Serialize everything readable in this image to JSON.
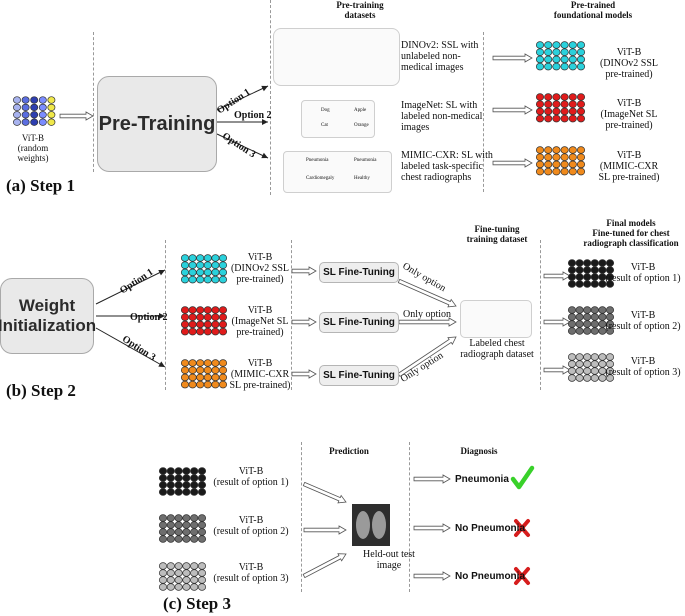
{
  "step1": {
    "step_label": "(a)   Step 1",
    "vit_input": "ViT-B",
    "vit_input_sub": "(random weights)",
    "pretraining_box": "Pre-Training",
    "options": [
      "Option 1",
      "Option 2",
      "Option 3"
    ],
    "datasets_header": "Pre-training\ndatasets",
    "models_header": "Pre-trained\nfoundational models",
    "datasets": [
      "DINOv2: SSL with\nunlabeled non-\nmedical images",
      "ImageNet: SL with\nlabeled non-medical\nimages",
      "MIMIC-CXR: SL with\nlabeled task-specific\nchest radiographs"
    ],
    "imagenet_thumb_labels": [
      "Dog",
      "Apple",
      "Cat",
      "Orange"
    ],
    "mimic_thumb_labels": [
      "Pneumonia",
      "Pneumonia",
      "Cardiomegaly",
      "Healthy"
    ],
    "models": [
      "ViT-B\n(DINOv2 SSL\npre-trained)",
      "ViT-B\n(ImageNet SL\npre-trained)",
      "ViT-B\n(MIMIC-CXR\nSL pre-trained)"
    ]
  },
  "step2": {
    "step_label": "(b)   Step 2",
    "init_box": "Weight\nInitialization",
    "options": [
      "Option 1",
      "Option 2",
      "Option 3"
    ],
    "models": [
      "ViT-B\n(DINOv2 SSL\npre-trained)",
      "ViT-B\n(ImageNet SL\npre-trained)",
      "ViT-B\n(MIMIC-CXR\nSL pre-trained)"
    ],
    "finetune_label": "SL Fine-Tuning",
    "only_option": "Only option",
    "finetune_header": "Fine-tuning\ntraining dataset",
    "dataset_label": "Labeled chest\nradiograph dataset",
    "final_header": "Final models\nFine-tuned for chest\nradiograph classification",
    "final_models": [
      "ViT-B\n(result of option 1)",
      "ViT-B\n(result of option 2)",
      "ViT-B\n(result of option 3)"
    ]
  },
  "step3": {
    "step_label": "(c)   Step 3",
    "models": [
      "ViT-B\n(result of option 1)",
      "ViT-B\n(result of option 2)",
      "ViT-B\n(result of option 3)"
    ],
    "prediction_header": "Prediction",
    "diagnosis_header": "Diagnosis",
    "test_image_label": "Held-out test\nimage",
    "diagnoses": [
      "Pneumonia",
      "No Pneumonia",
      "No Pneumonia"
    ]
  },
  "colors": {
    "random": "#5b6ee0",
    "dinov2": "#2ad1dc",
    "imagenet": "#e01b1b",
    "mimic": "#f08a1c",
    "result1": "#1a1a1a",
    "result2": "#6e6e6e",
    "result3": "#bdbdbd",
    "check": "#39d12a",
    "cross": "#d61d1d"
  }
}
